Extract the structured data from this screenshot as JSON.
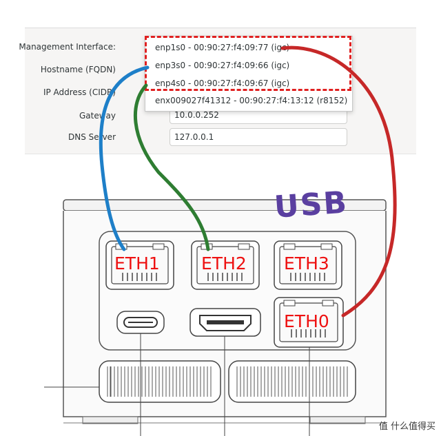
{
  "settings": {
    "labels": {
      "management_interface": "Management Interface:",
      "hostname": "Hostname (FQDN)",
      "ip_address": "IP Address (CIDR)",
      "gateway": "Gateway",
      "dns_server": "DNS Server"
    },
    "gateway_value": "10.0.0.252",
    "dns_value": "127.0.0.1",
    "interface_options": [
      "enp1s0 - 00:90:27:f4:09:77 (igc)",
      "enp3s0 - 00:90:27:f4:09:66 (igc)",
      "enp4s0 - 00:90:27:f4:09:67 (igc)",
      "enx009027f41312 - 00:90:27:f4:13:12 (r8152)"
    ]
  },
  "device": {
    "usb_label": "USB",
    "ports": {
      "eth1": "ETH1",
      "eth2": "ETH2",
      "eth3": "ETH3",
      "eth0": "ETH0"
    }
  },
  "annotation_colors": {
    "highlight_box": "#e02020",
    "enp1s0_line": "#c62828",
    "enp3s0_line": "#1e7fc8",
    "enp4s0_line": "#2e7d32",
    "usb_text": "#5a3fa0",
    "port_label": "#ee1111"
  },
  "watermark": {
    "text": "值 什么值得买",
    "icon": "zhi-logo-icon"
  }
}
